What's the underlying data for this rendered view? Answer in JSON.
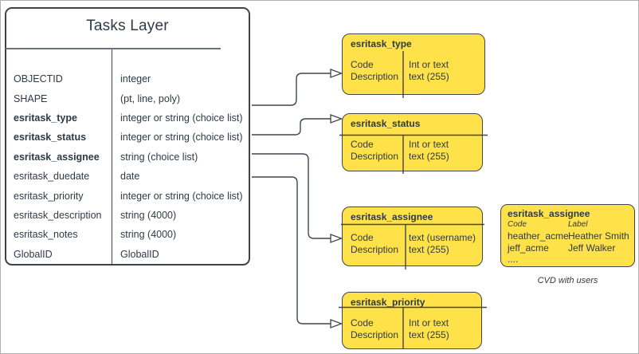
{
  "table": {
    "title": "Tasks Layer",
    "rows": [
      {
        "field": "OBJECTID",
        "type": "integer"
      },
      {
        "field": "SHAPE",
        "type": "(pt, line, poly)"
      },
      {
        "field": "esritask_type",
        "type": "integer or string (choice list)"
      },
      {
        "field": "esritask_status",
        "type": "integer or string (choice list)"
      },
      {
        "field": "esritask_assignee",
        "type": "string (choice list)"
      },
      {
        "field": "esritask_duedate",
        "type": "date"
      },
      {
        "field": "esritask_priority",
        "type": "integer or string (choice list)"
      },
      {
        "field": "esritask_description",
        "type": "string (4000)"
      },
      {
        "field": "esritask_notes",
        "type": "string (4000)"
      },
      {
        "field": "GlobalID",
        "type": "GlobalID"
      }
    ]
  },
  "domains": [
    {
      "title": "esritask_type",
      "code_label": "Code",
      "desc_label": "Description",
      "code_type": "Int or text",
      "desc_type": "text (255)"
    },
    {
      "title": "esritask_status",
      "code_label": "Code",
      "desc_label": "Description",
      "code_type": "Int or text",
      "desc_type": "text (255)"
    },
    {
      "title": "esritask_assignee",
      "code_label": "Code",
      "desc_label": "Description",
      "code_type": "text (username)",
      "desc_type": "text (255)"
    },
    {
      "title": "esritask_priority",
      "code_label": "Code",
      "desc_label": "Description",
      "code_type": "Int or text",
      "desc_type": "text (255)"
    }
  ],
  "cvd": {
    "title": "esritask_assignee",
    "col_code": "Code",
    "col_label": "Label",
    "rows": [
      {
        "code": "heather_acme",
        "label": "Heather Smith"
      },
      {
        "code": "jeff_acme",
        "label": "Jeff Walker"
      },
      {
        "code": "....",
        "label": ""
      }
    ],
    "caption": "CVD with users"
  },
  "colors": {
    "box_fill": "#ffe14a",
    "stroke": "#3d434b",
    "text": "#2e3a46",
    "frame": "#b0b0b0"
  }
}
